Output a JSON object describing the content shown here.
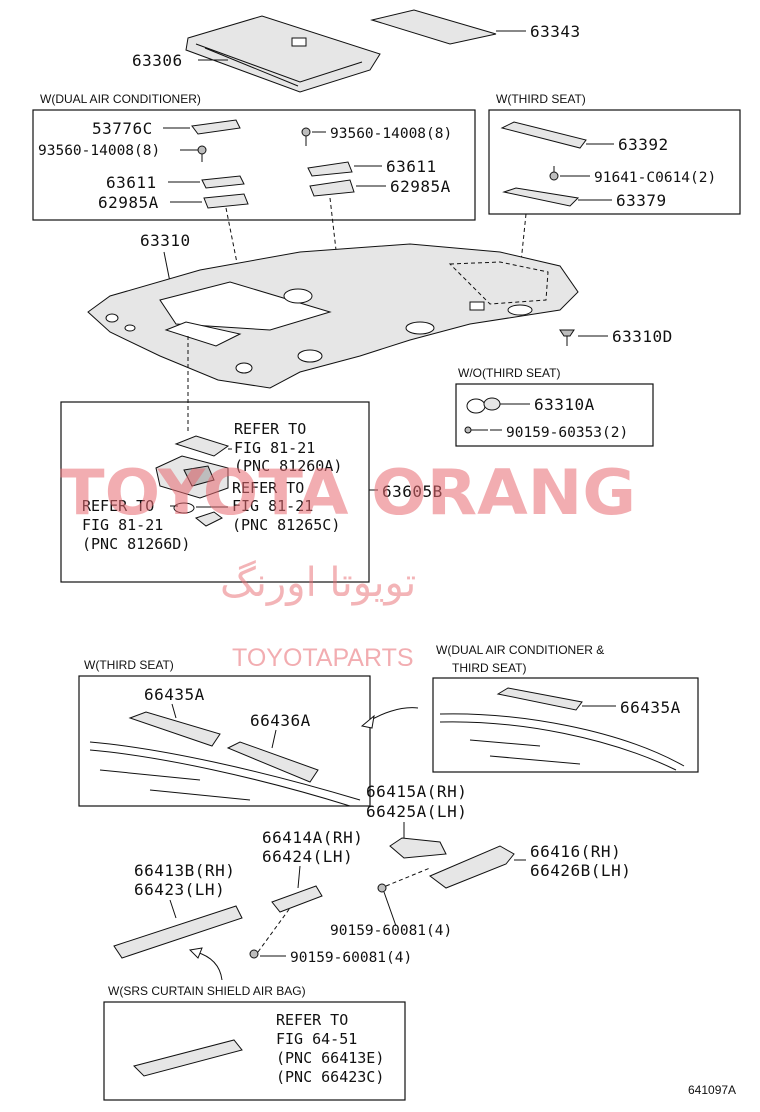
{
  "captions": {
    "dual_ac": "W(DUAL AIR CONDITIONER)",
    "third_seat_top": "W(THIRD SEAT)",
    "wo_third_seat": "W/O(THIRD SEAT)",
    "third_seat_bottom": "W(THIRD SEAT)",
    "dual_ac_third_1": "W(DUAL AIR CONDITIONER &",
    "dual_ac_third_2": "THIRD SEAT)",
    "srs": "W(SRS CURTAIN SHIELD AIR BAG)"
  },
  "parts": {
    "p63343": "63343",
    "p63306": "63306",
    "p53776C": "53776C",
    "p93560_left": "93560-14008(8)",
    "p63611_left": "63611",
    "p62985A_left": "62985A",
    "p93560_right": "93560-14008(8)",
    "p63611_right": "63611",
    "p62985A_right": "62985A",
    "p63392": "63392",
    "p91641": "91641-C0614(2)",
    "p63379": "63379",
    "p63310": "63310",
    "p63310D": "63310D",
    "p63310A": "63310A",
    "p90159_60353": "90159-60353(2)",
    "p63605B": "63605B",
    "p66435A_left": "66435A",
    "p66436A": "66436A",
    "p66435A_right": "66435A",
    "p66415A": "66415A(RH)",
    "p66425A": "66425A(LH)",
    "p66414A": "66414A(RH)",
    "p66424": "66424(LH)",
    "p66416": "66416(RH)",
    "p66426B": "66426B(LH)",
    "p66413B": "66413B(RH)",
    "p66423": "66423(LH)",
    "p90159_60081_a": "90159-60081(4)",
    "p90159_60081_b": "90159-60081(4)"
  },
  "refers": {
    "r1_l1": "REFER TO",
    "r1_l2": "FIG 81-21",
    "r1_l3": "(PNC 81260A)",
    "r2_l1": "REFER TO",
    "r2_l2": "FIG 81-21",
    "r2_l3": "(PNC 81265C)",
    "r3_l1": "REFER TO",
    "r3_l2": "FIG 81-21",
    "r3_l3": "(PNC 81266D)",
    "r4_l1": "REFER TO",
    "r4_l2": "FIG 64-51",
    "r4_l3": "(PNC 66413E)",
    "r4_l4": "(PNC 66423C)"
  },
  "watermark": {
    "brand": "TOYOTA ORANG",
    "arabic": "تویوتا اورنگ",
    "site": "TOYOTAPARTS"
  },
  "figure_id": "641097A"
}
